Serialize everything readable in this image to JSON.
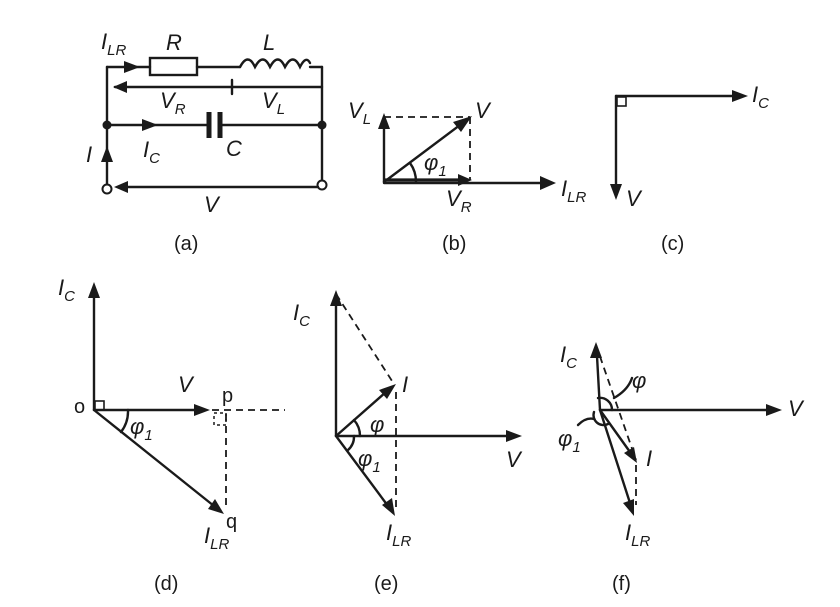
{
  "captions": [
    "(a)",
    "(b)",
    "(c)",
    "(d)",
    "(e)",
    "(f)"
  ],
  "labels": {
    "I": "I",
    "V": "V",
    "R": "R",
    "L": "L",
    "C": "C",
    "sub_LR": "LR",
    "sub_C": "C",
    "sub_R": "R",
    "sub_L": "L",
    "sub_1": "1",
    "phi": "φ",
    "o": "o",
    "p": "p",
    "q": "q"
  },
  "colors": {
    "ink": "#1a1a1a",
    "background": "#ffffff"
  }
}
